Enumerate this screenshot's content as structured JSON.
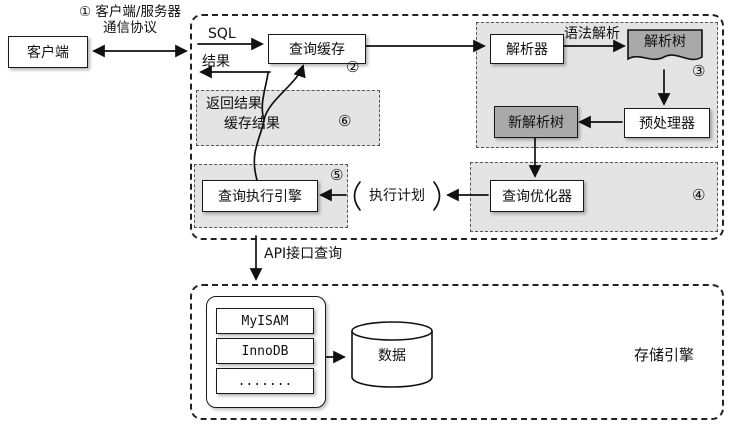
{
  "client": {
    "label": "客户端"
  },
  "protocol": {
    "line1": "① 客户端/服务器",
    "line2": "通信协议"
  },
  "server": {
    "sql": "SQL",
    "result": "结果",
    "query_cache": "查询缓存",
    "step2": "②",
    "parser": "解析器",
    "syntax_parse": "语法解析",
    "parse_tree": "解析树",
    "step3": "③",
    "preprocessor": "预处理器",
    "new_parse_tree": "新解析树",
    "optimizer": "查询优化器",
    "step4": "④",
    "exec_plan": "执行计划",
    "exec_engine": "查询执行引擎",
    "step5": "⑤",
    "return_result": "返回结果",
    "cache_result": "缓存结果",
    "step6": "⑥",
    "api_query": "API接口查询"
  },
  "storage": {
    "engines": [
      "MyISAM",
      "InnoDB",
      "......."
    ],
    "data": "数据",
    "title": "存储引擎"
  },
  "colors": {
    "region_bg": "#e4e4e4",
    "node_gray": "#a9a9a9",
    "ink": "#111111"
  }
}
